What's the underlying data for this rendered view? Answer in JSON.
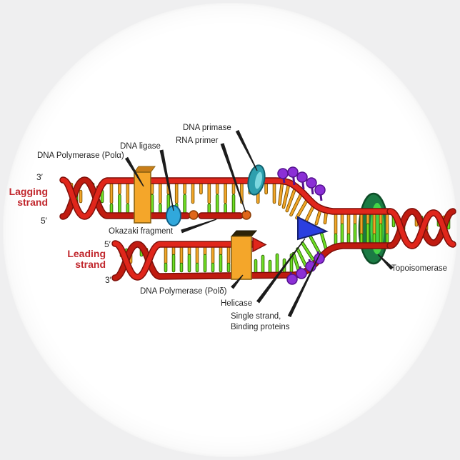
{
  "page_background": "#efeff0",
  "sticker": {
    "face_color": "#ffffff"
  },
  "diagram": {
    "labels": {
      "dna_primase": "DNA primase",
      "rna_primer": "RNA primer",
      "dna_ligase": "DNA ligase",
      "dna_polymerase_alpha": "DNA Polymerase (Polα)",
      "okazaki_fragment": "Okazaki fragment",
      "lagging_line1": "Lagging",
      "lagging_line2": "strand",
      "leading_line1": "Leading",
      "leading_line2": "strand",
      "dna_polymerase_delta": "DNA Polymerase (Polδ)",
      "helicase": "Helicase",
      "ssb_line1": "Single strand,",
      "ssb_line2": "Binding proteins",
      "topoisomerase": "Topoisomerase",
      "lagging_3_prime": "3′",
      "lagging_5_prime": "5′",
      "leading_5_prime": "5′",
      "leading_3_prime": "3′"
    },
    "colors": {
      "strand_red": "#e0261b",
      "strand_red_dark": "#c01b10",
      "strand_outline": "#7e100a",
      "base_orange": "#f2a527",
      "base_orange_outline": "#7a5200",
      "base_green": "#6fde24",
      "base_green_outline": "#2a6000",
      "polymerase_body": "#f4a62a",
      "polymerase_border": "#8a6212",
      "polymerase_alpha_top": "#c87d18",
      "polymerase_delta_top": "#2e2307",
      "ligase_blue": "#31a8dc",
      "ligase_border": "#0f5e86",
      "primase_teal": "#2e9fae",
      "primase_border": "#11616e",
      "primase_inner": "#7cd7df",
      "ssb_purple": "#8b2fd6",
      "ssb_border": "#55128f",
      "helicase_blue": "#2b3fe0",
      "helicase_border": "#16206e",
      "topo_dark": "#1b7b44",
      "topo_border": "#0e4d28",
      "topo_bright": "#43d346",
      "primer_orange": "#e0661a",
      "primer_border": "#8a3c05",
      "label_text": "#262626",
      "strand_label_text": "#c1272d",
      "leader": "#1c1c1c"
    }
  }
}
